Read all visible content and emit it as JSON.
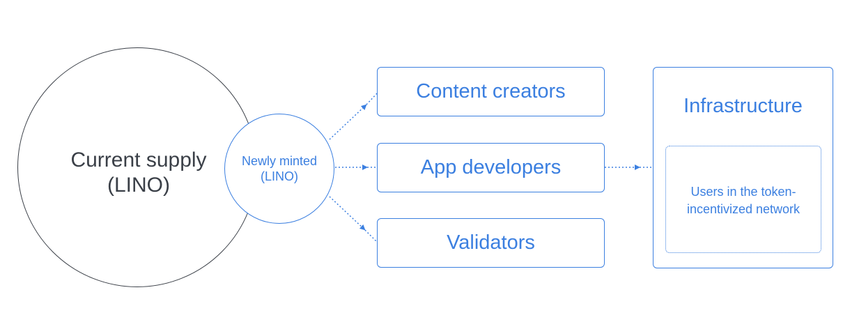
{
  "current_supply": {
    "line1": "Current supply",
    "line2": "(LINO)"
  },
  "newly_minted": {
    "line1": "Newly minted",
    "line2": "(LINO)"
  },
  "recipients": {
    "content_creators": "Content creators",
    "app_developers": "App developers",
    "validators": "Validators"
  },
  "infrastructure": {
    "title": "Infrastructure",
    "users_line1": "Users in the token-",
    "users_line2": "incentivized network"
  },
  "colors": {
    "accent": "#3b7fe0",
    "dark_text": "#3a3f47",
    "background": "#ffffff"
  }
}
